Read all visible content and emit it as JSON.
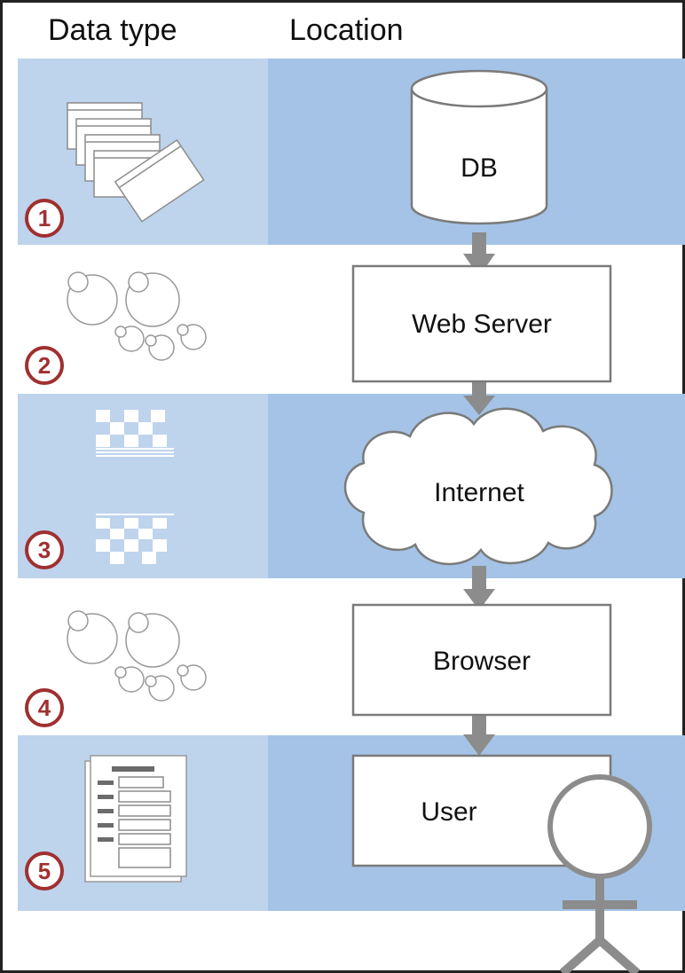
{
  "headers": {
    "data_type": "Data type",
    "location": "Location"
  },
  "nodes": {
    "db": "DB",
    "web_server": "Web Server",
    "internet": "Internet",
    "browser": "Browser",
    "user": "User"
  },
  "steps": [
    "1",
    "2",
    "3",
    "4",
    "5"
  ],
  "colors": {
    "band_left": "#bed3ec",
    "band_right": "#a5c3e6",
    "arrow": "#8c8c8c",
    "badge": "#a03030",
    "outline": "#7a7a7a"
  },
  "icons": {
    "step1": "stacked-pages-icon",
    "step2": "object-graph-icon",
    "step3": "data-packets-icon",
    "step4": "object-graph-icon",
    "step5": "form-pages-icon",
    "user": "stick-figure-icon"
  }
}
